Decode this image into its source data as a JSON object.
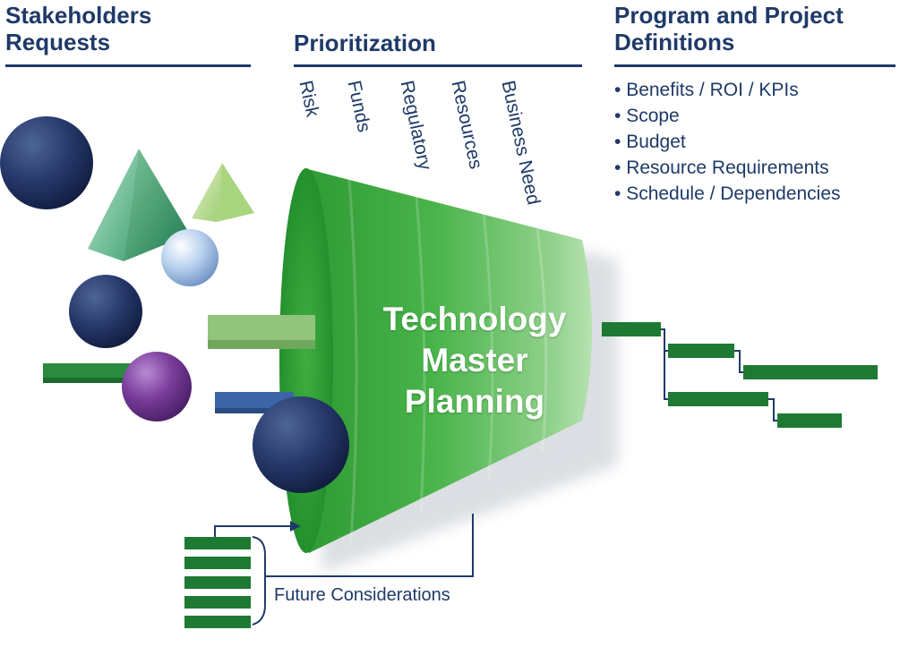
{
  "headings": {
    "stakeholders_line1": "Stakeholders",
    "stakeholders_line2": "Requests",
    "prioritization": "Prioritization",
    "program_line1": "Program and Project",
    "program_line2": "Definitions"
  },
  "criteria": [
    "Risk",
    "Funds",
    "Regulatory",
    "Resources",
    "Business Need"
  ],
  "definitions": [
    "Benefits / ROI / KPIs",
    "Scope",
    "Budget",
    "Resource Requirements",
    "Schedule / Dependencies"
  ],
  "funnel": {
    "line1": "Technology",
    "line2": "Master",
    "line3": "Planning"
  },
  "future_considerations": "Future Considerations",
  "colors": {
    "navy": "#1f3a68",
    "green": "#3fae3f",
    "dark_green": "#1e7a32",
    "light_green": "#93c47d",
    "purple": "#7a3d9b",
    "sky": "#a9c6e6"
  }
}
